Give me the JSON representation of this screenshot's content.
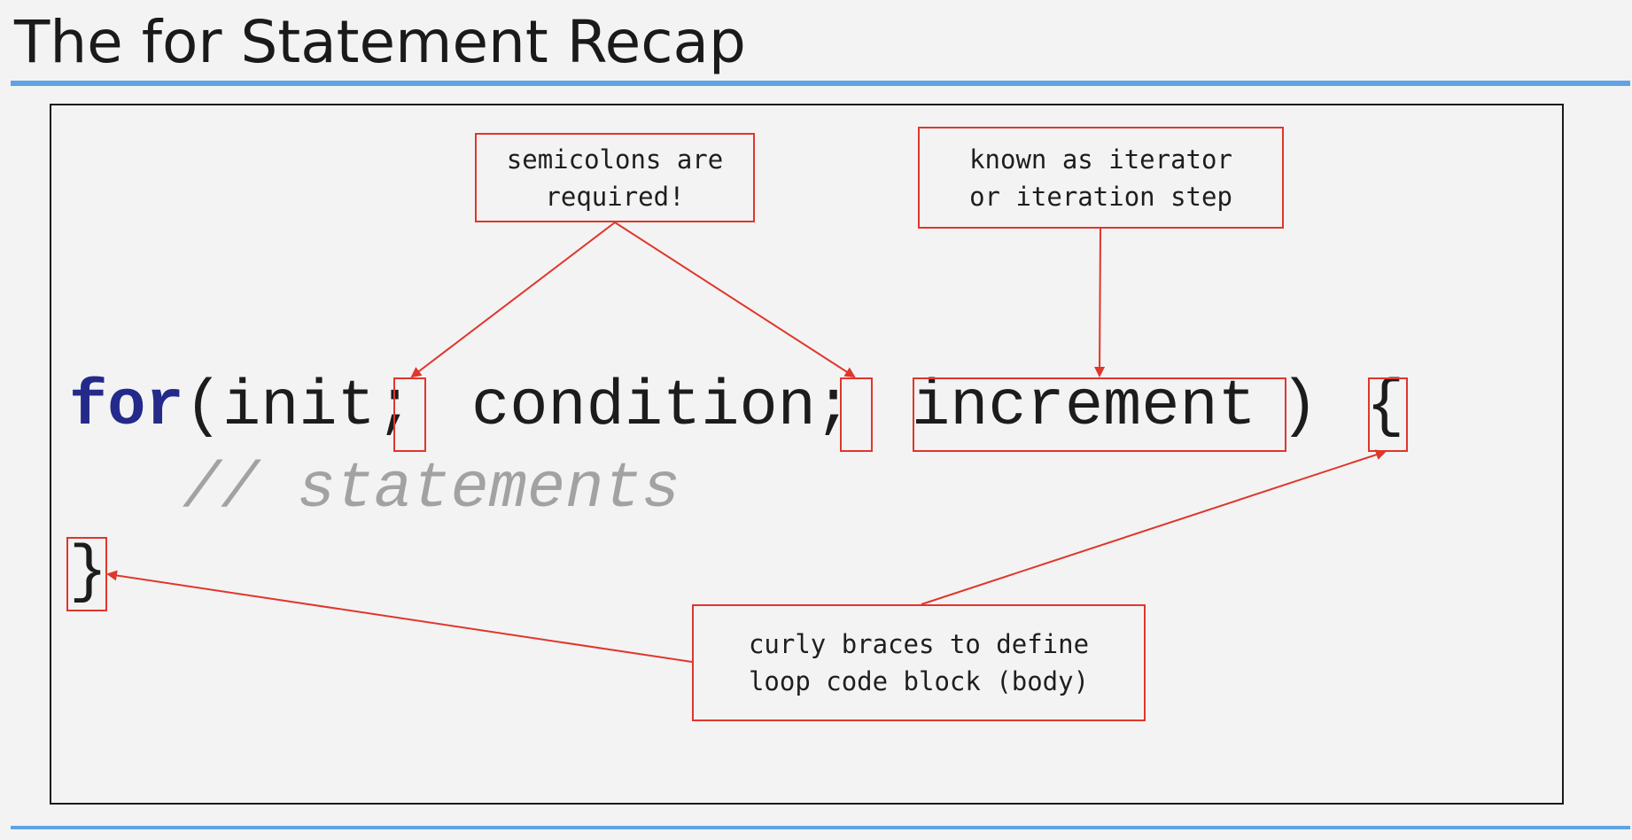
{
  "title": "The for Statement Recap",
  "code": {
    "keyword": "for",
    "open_paren": "(",
    "init": "init",
    "semicolon": ";",
    "condition": "condition",
    "increment": "increment",
    "close_paren": ")",
    "open_brace": "{",
    "comment": "// statements",
    "close_brace": "}"
  },
  "callouts": {
    "semicolons": [
      "semicolons are",
      "required!"
    ],
    "iterator": [
      "known as iterator",
      "or iteration step"
    ],
    "braces": [
      "curly braces to define",
      "loop code block (body)"
    ]
  },
  "colors": {
    "accent_rule": "#5fa2e6",
    "annotation": "#e0362c",
    "keyword": "#232a8a",
    "comment": "#a2a2a2"
  }
}
